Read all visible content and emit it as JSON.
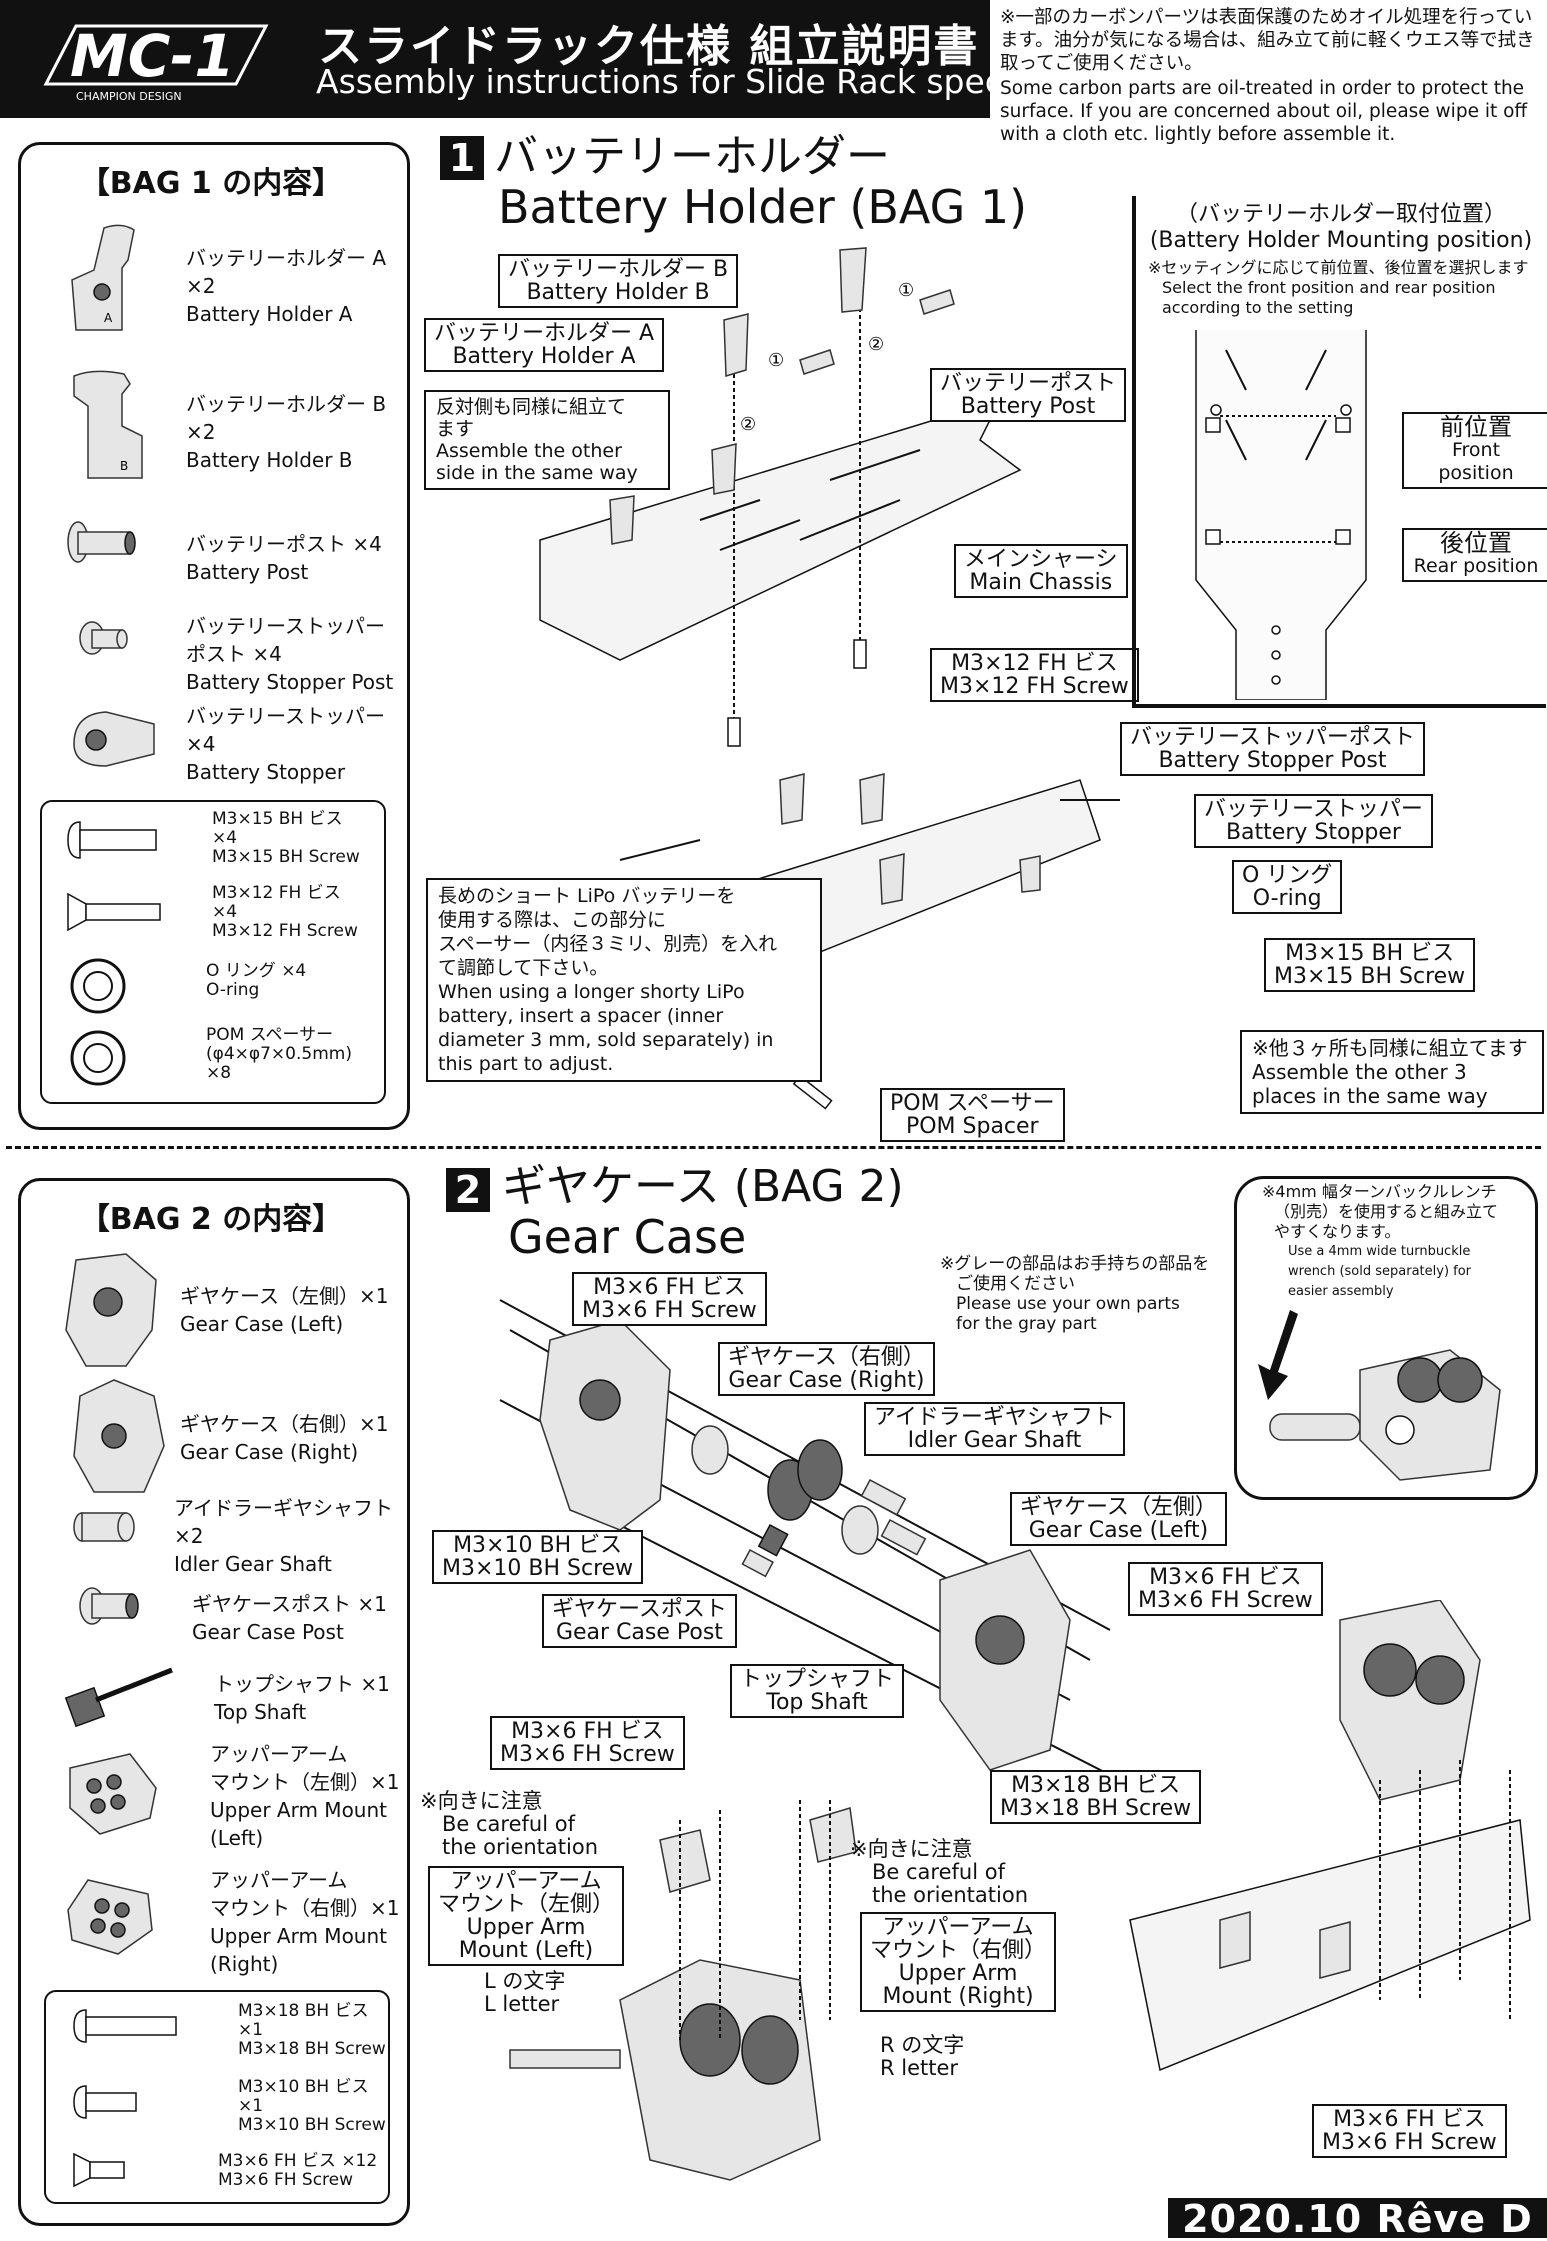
{
  "header": {
    "logo": "MC-1",
    "logo_sub": "CHAMPION DESIGN",
    "title_ja": "スライドラック仕様 組立説明書",
    "title_en": "Assembly instructions for Slide Rack spec car"
  },
  "top_note": {
    "ja": "※一部のカーボンパーツは表面保護のためオイル処理を行っています。油分が気になる場合は、組み立て前に軽くウエス等で拭き取ってご使用ください。",
    "en": "Some carbon parts are oil-treated in order to protect the surface. If you are concerned about oil, please wipe it off with a cloth etc. lightly before assemble it."
  },
  "bag1": {
    "title": "【BAG 1 の内容】",
    "items": [
      {
        "ja": "バッテリーホルダー A",
        "qty": "×2",
        "en": "Battery Holder A"
      },
      {
        "ja": "バッテリーホルダー B",
        "qty": "×2",
        "en": "Battery Holder B"
      },
      {
        "ja": "バッテリーポスト ×4",
        "en": "Battery Post"
      },
      {
        "ja": "バッテリーストッパー",
        "ja2": "ポスト ×4",
        "en": "Battery Stopper Post"
      },
      {
        "ja": "バッテリーストッパー",
        "ja2": "×4",
        "en": "Battery Stopper"
      }
    ],
    "hardware": [
      {
        "ja": "M3×15 BH ビス",
        "qty": "×4",
        "en": "M3×15 BH Screw"
      },
      {
        "ja": "M3×12 FH ビス",
        "qty": "×4",
        "en": "M3×12 FH Screw"
      },
      {
        "ja": "O リング ×4",
        "en": "O-ring"
      },
      {
        "ja": "POM スペーサー",
        "en": "(φ4×φ7×0.5mm)",
        "qty": "×8"
      }
    ]
  },
  "step1": {
    "num": "1",
    "title_ja": "バッテリーホルダー",
    "title_en": "Battery Holder (BAG 1)",
    "labels": {
      "holder_b": [
        "バッテリーホルダー B",
        "Battery Holder B"
      ],
      "holder_a": [
        "バッテリーホルダー A",
        "Battery Holder A"
      ],
      "post": [
        "バッテリーポスト",
        "Battery Post"
      ],
      "other_side": [
        "反対側も同様に組立て",
        "ます",
        "Assemble the other",
        "side in the same way"
      ],
      "chassis": [
        "メインシャーシ",
        "Main Chassis"
      ],
      "fh12": [
        "M3×12 FH ビス",
        "M3×12 FH Screw"
      ],
      "stopper_post": [
        "バッテリーストッパーポスト",
        "Battery Stopper Post"
      ],
      "stopper": [
        "バッテリーストッパー",
        "Battery Stopper"
      ],
      "oring": [
        "O リング",
        "O-ring"
      ],
      "bh15": [
        "M3×15 BH ビス",
        "M3×15 BH Screw"
      ],
      "pom": [
        "POM スペーサー",
        "POM Spacer"
      ],
      "others": [
        "※他３ヶ所も同様に組立てます",
        "Assemble the other 3",
        "places in the same way"
      ],
      "lipo": [
        "長めのショート LiPo バッテリーを",
        "使用する際は、この部分に",
        "スペーサー（内径３ミリ、別売）を入れ",
        "て調節して下さい。",
        "When using a longer shorty  LiPo",
        "battery, insert a spacer (inner",
        "diameter 3 mm, sold separately) in",
        "this part to adjust."
      ],
      "c1": "①",
      "c2": "②"
    },
    "mounting": {
      "title_ja": "（バッテリーホルダー取付位置）",
      "title_en": "(Battery Holder Mounting position)",
      "note_ja": "※セッティングに応じて前位置、後位置を選択します",
      "note_en1": "Select the front position and rear position",
      "note_en2": "according to the setting",
      "front": [
        "前位置",
        "Front position"
      ],
      "rear": [
        "後位置",
        "Rear position"
      ]
    }
  },
  "bag2": {
    "title": "【BAG 2 の内容】",
    "items": [
      {
        "ja": "ギヤケース（左側）×1",
        "en": "Gear Case (Left)"
      },
      {
        "ja": "ギヤケース（右側）×1",
        "en": "Gear Case (Right)"
      },
      {
        "ja": "アイドラーギヤシャフト",
        "qty": "×2",
        "en": "Idler Gear Shaft"
      },
      {
        "ja": "ギヤケースポスト ×1",
        "en": "Gear Case Post"
      },
      {
        "ja": "トップシャフト ×1",
        "en": "Top Shaft"
      },
      {
        "ja": "アッパーアーム",
        "ja2": "マウント（左側）×1",
        "en": "Upper Arm Mount",
        "en2": "(Left)"
      },
      {
        "ja": "アッパーアーム",
        "ja2": "マウント（右側）×1",
        "en": "Upper Arm Mount",
        "en2": "(Right)"
      }
    ],
    "hardware": [
      {
        "ja": "M3×18  BH ビス",
        "qty": "×1",
        "en": "M3×18 BH Screw"
      },
      {
        "ja": "M3×10 BH ビス",
        "qty": "×1",
        "en": "M3×10 BH Screw"
      },
      {
        "ja": "M3×6 FH ビス ×12",
        "en": "M3×6 FH Screw"
      }
    ]
  },
  "step2": {
    "num": "2",
    "title_ja": "ギヤケース (BAG 2)",
    "title_en": "Gear Case",
    "gray_note": [
      "※グレーの部品はお手持ちの部品を",
      "ご使用ください",
      "Please use your own parts",
      "for the gray part"
    ],
    "wrench_note": [
      "※4mm 幅ターンバックルレンチ",
      "（別売）を使用すると組み立て",
      "やすくなります。",
      "Use a 4mm wide turnbuckle",
      "wrench (sold separately) for",
      "easier assembly"
    ],
    "labels": {
      "fh6_a": [
        "M3×6 FH ビス",
        "M3×6 FH Screw"
      ],
      "case_r": [
        "ギヤケース（右側）",
        "Gear Case (Right)"
      ],
      "idler": [
        "アイドラーギヤシャフト",
        "Idler Gear Shaft"
      ],
      "case_l": [
        "ギヤケース（左側）",
        "Gear Case (Left)"
      ],
      "bh10": [
        "M3×10 BH ビス",
        "M3×10 BH Screw"
      ],
      "fh6_b": [
        "M3×6 FH ビス",
        "M3×6 FH Screw"
      ],
      "case_post": [
        "ギヤケースポスト",
        "Gear Case Post"
      ],
      "top_shaft": [
        "トップシャフト",
        "Top Shaft"
      ],
      "bh18": [
        "M3×18 BH ビス",
        "M3×18 BH Screw"
      ],
      "fh6_c": [
        "M3×6 FH ビス",
        "M3×6 FH Screw"
      ],
      "orient_l": [
        "※向きに注意",
        "Be careful of",
        "the orientation"
      ],
      "orient_r": [
        "※向きに注意",
        "Be careful of",
        "the orientation"
      ],
      "uam_l": [
        "アッパーアーム",
        "マウント（左側）",
        "Upper Arm",
        "Mount (Left)"
      ],
      "uam_r": [
        "アッパーアーム",
        "マウント（右側）",
        "Upper Arm",
        "Mount (Right)"
      ],
      "l_letter": [
        "L の文字",
        "L letter"
      ],
      "r_letter": [
        "R の文字",
        "R letter"
      ],
      "fh6_d": [
        "M3×6 FH ビス",
        "M3×6 FH Screw"
      ]
    }
  },
  "footer": {
    "text": "2020.10 Rêve D"
  }
}
